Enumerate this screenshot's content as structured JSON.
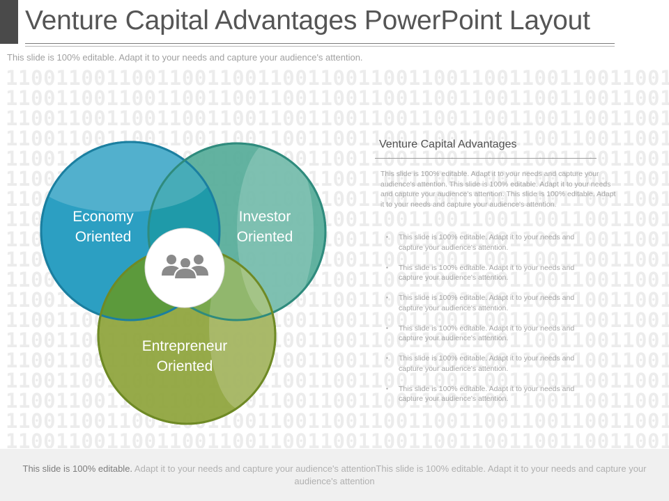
{
  "slide": {
    "title": "Venture Capital Advantages PowerPoint Layout",
    "subtitle": "This slide is 100% editable. Adapt it to your needs and capture your audience's attention.",
    "background_pattern": "11001100110011001100110011001100110011001100110011001100110011001100110011"
  },
  "venn": {
    "circles": [
      {
        "label_line1": "Economy",
        "label_line2": "Oriented",
        "color": "#2a9ec0"
      },
      {
        "label_line1": "Investor",
        "label_line2": "Oriented",
        "color": "#4aa896"
      },
      {
        "label_line1": "Entrepreneur",
        "label_line2": "Oriented",
        "color": "#8fa33c"
      }
    ],
    "center_icon": "people-group-icon"
  },
  "panel": {
    "heading": "Venture Capital Advantages",
    "paragraph": "This slide is 100% editable. Adapt it to your needs and capture your audience's attention. This slide is 100% editable. Adapt it to your needs and capture your audience's attention. This slide is 100% editable. Adapt it to your needs and capture your audience's attention.",
    "bullets": [
      "This slide is 100% editable. Adapt it to your needs and capture your audience's attention.",
      "This slide is 100% editable. Adapt it to your needs and capture your audience's attention.",
      "This slide is 100% editable. Adapt it to your needs and capture your audience's attention.",
      "This slide is 100% editable. Adapt it to your needs and capture your audience's attention.",
      "This slide is 100% editable. Adapt it to your needs and capture your audience's attention.",
      "This slide is 100% editable. Adapt it to your needs and capture your audience's attention."
    ],
    "bullet_glyph": "▪"
  },
  "footer": {
    "lead": "This slide is 100% editable.",
    "rest": " Adapt it to your needs and capture your audience's attention",
    "tail": "This slide is 100% editable. Adapt it to your needs and capture your audience's attention"
  }
}
